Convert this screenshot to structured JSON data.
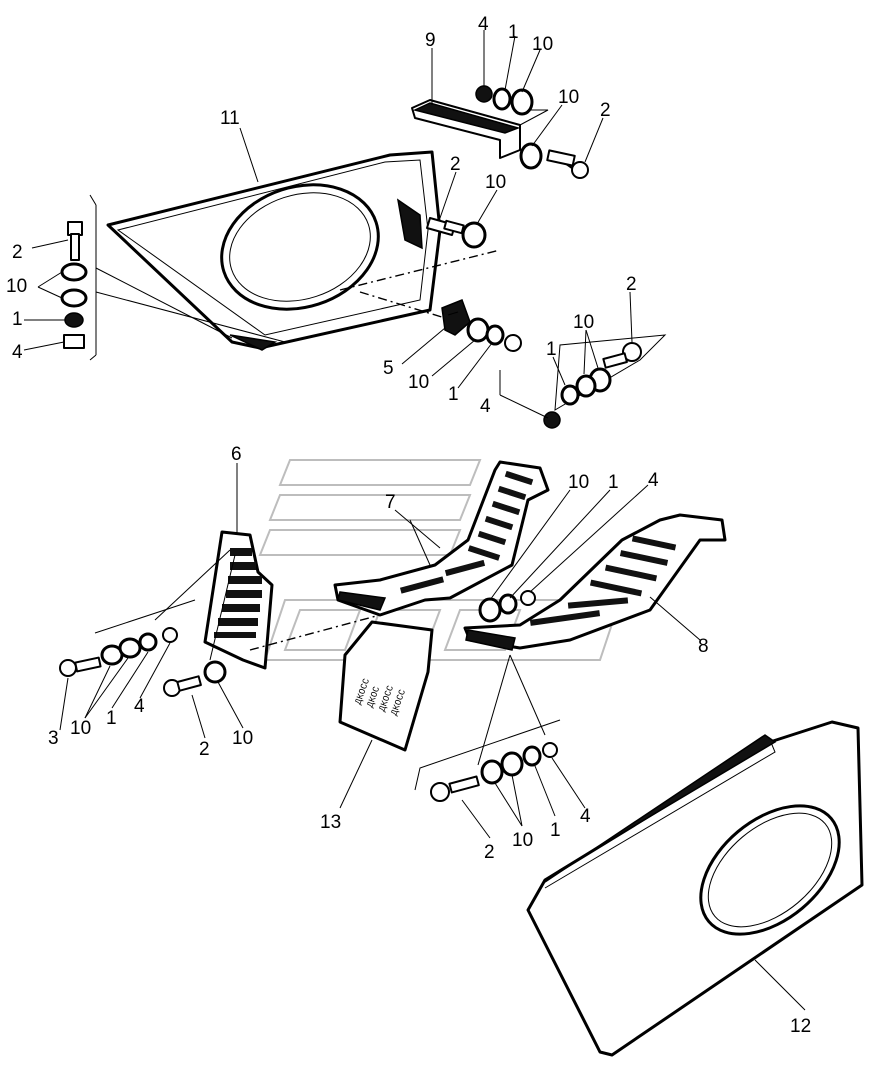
{
  "callouts": {
    "c9": "9",
    "c4_top": "4",
    "c1_top": "1",
    "c10_top": "10",
    "c10_top2": "10",
    "c2_top": "2",
    "c11": "11",
    "c2_mid": "2",
    "c10_mid": "10",
    "c2_left": "2",
    "c10_left": "10",
    "c1_left": "1",
    "c4_left": "4",
    "c5": "5",
    "c10_c5": "10",
    "c1_c5": "1",
    "c4_c5": "4",
    "c2_right": "2",
    "c10_right": "10",
    "c1_right": "1",
    "c6": "6",
    "c7": "7",
    "c10_step": "10",
    "c1_step": "1",
    "c4_step": "4",
    "c8": "8",
    "c3": "3",
    "c10_low": "10",
    "c1_low": "1",
    "c4_low": "4",
    "c2_low": "2",
    "c10_low2": "10",
    "c13": "13",
    "c2_bot": "2",
    "c10_bot": "10",
    "c1_bot": "1",
    "c4_bot": "4",
    "c12": "12"
  },
  "plate13": {
    "marking_lines": [
      "ДКОСС",
      "ДКОС",
      "ДКОСС",
      "ДКОСС"
    ]
  }
}
